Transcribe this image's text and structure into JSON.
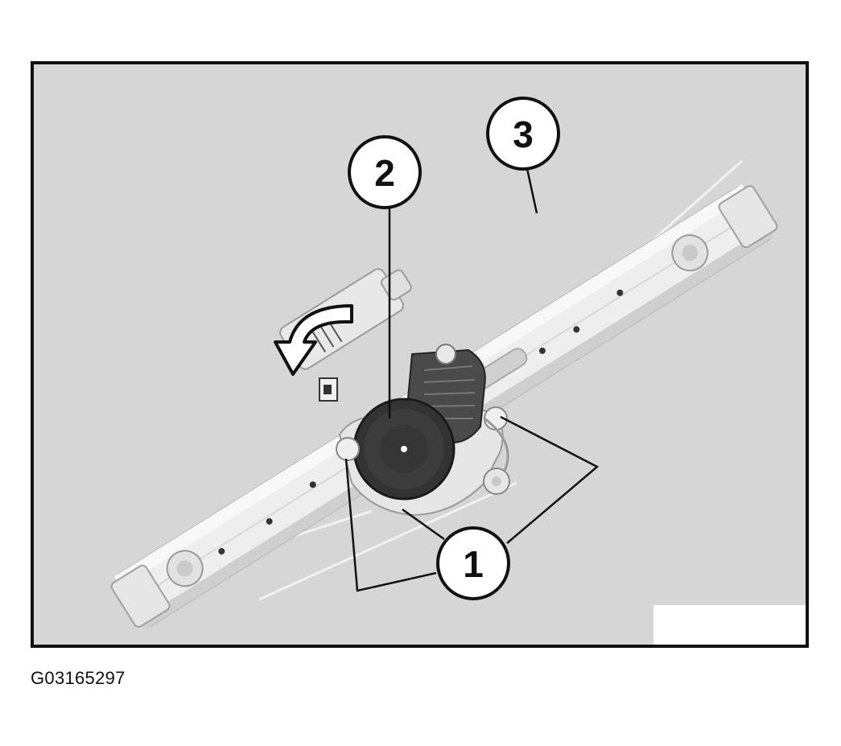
{
  "figure": {
    "figure_id": "G03165297",
    "callouts": [
      {
        "number": "1"
      },
      {
        "number": "2"
      },
      {
        "number": "3"
      }
    ],
    "colors": {
      "background": "#d6d6d6",
      "rail": "#eeeeee",
      "motor": "#333333",
      "frame_border": "#111111"
    }
  }
}
